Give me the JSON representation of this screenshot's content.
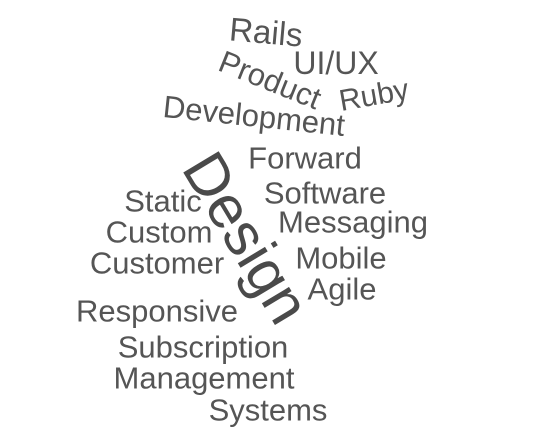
{
  "word_cloud": {
    "words": {
      "rails": "Rails",
      "uiux": "UI/UX",
      "product": "Product",
      "ruby": "Ruby",
      "development": "Development",
      "design": "Design",
      "forward": "Forward",
      "software": "Software",
      "static": "Static",
      "messaging": "Messaging",
      "custom": "Custom",
      "customer": "Customer",
      "mobile": "Mobile",
      "agile": "Agile",
      "responsive": "Responsive",
      "subscription": "Subscription",
      "management": "Management",
      "systems": "Systems"
    },
    "colors": {
      "text": "#555555",
      "emphasis": "#4a4a4a",
      "background": "#ffffff"
    }
  }
}
